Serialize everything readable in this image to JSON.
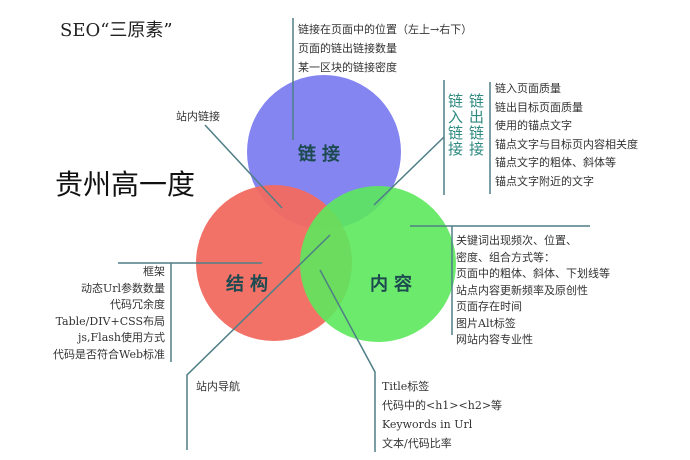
{
  "title": "SEO“三原素”",
  "watermark": "贵州高一度",
  "circles": {
    "link": {
      "label": "链接",
      "color": "#8080f0"
    },
    "structure": {
      "label": "结构",
      "color": "#f06060"
    },
    "content": {
      "label": "内容",
      "color": "#50e050"
    }
  },
  "link_top_items": [
    "链接在页面中的位置（左上→右下）",
    "页面的链出链接数量",
    "某一区块的链接密度"
  ],
  "internal_link_label": "站内链接",
  "link_in_label": "链入链接",
  "link_out_label": "链出链接",
  "link_right_items": [
    "链入页面质量",
    "链出目标页面质量",
    "使用的锚点文字",
    "锚点文字与目标页内容相关度",
    "锚点文字的粗体、斜体等",
    "锚点文字附近的文字"
  ],
  "structure_items": [
    "框架",
    "动态Url参数数量",
    "代码冗余度",
    "Table/DIV+CSS布局",
    "js,Flash使用方式",
    "代码是否符合Web标准"
  ],
  "site_nav_label": "站内导航",
  "content_items": [
    "关键词出现频次、位置、",
    "密度、组合方式等：",
    "页面中的粗体、斜体、下划线等",
    "站点内容更新频率及原创性",
    "页面存在时间",
    "图片Alt标签",
    "网站内容专业性"
  ],
  "bottom_items": [
    "Title标签",
    "代码中的<h1><h2>等",
    "Keywords in Url",
    "文本/代码比率"
  ]
}
